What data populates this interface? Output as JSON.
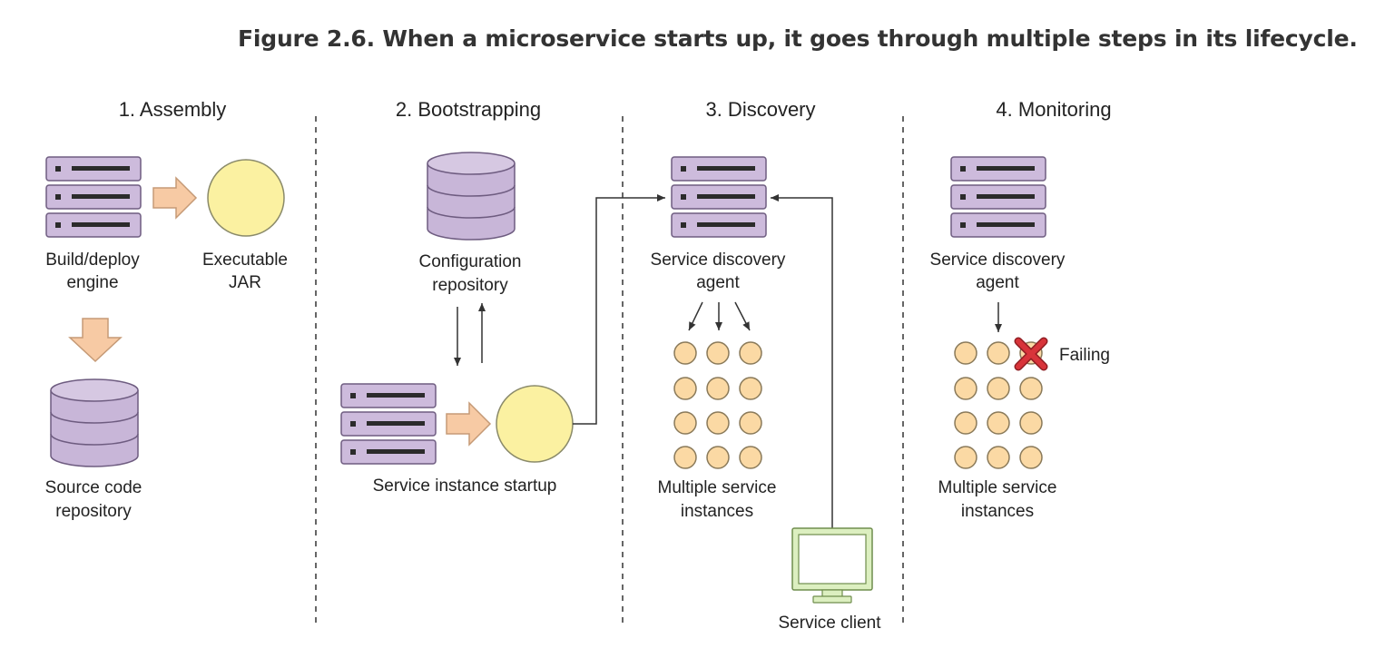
{
  "figure": {
    "title": "Figure 2.6. When a microservice starts up, it goes through multiple steps in its lifecycle."
  },
  "stages": {
    "assembly": {
      "heading": "1. Assembly",
      "build_engine": [
        "Build/deploy",
        "engine"
      ],
      "executable": [
        "Executable",
        "JAR"
      ],
      "source_repo": [
        "Source code",
        "repository"
      ]
    },
    "bootstrapping": {
      "heading": "2. Bootstrapping",
      "config_repo": [
        "Configuration",
        "repository"
      ],
      "startup": "Service instance startup"
    },
    "discovery": {
      "heading": "3. Discovery",
      "agent": [
        "Service discovery",
        "agent"
      ],
      "instances": [
        "Multiple service",
        "instances"
      ],
      "client": "Service client"
    },
    "monitoring": {
      "heading": "4. Monitoring",
      "agent": [
        "Service discovery",
        "agent"
      ],
      "failing": "Failing",
      "instances": [
        "Multiple service",
        "instances"
      ]
    }
  },
  "colors": {
    "server_fill": "#cdbbdc",
    "server_stroke": "#6e5c80",
    "db_fill": "#c8b6d8",
    "jar_fill": "#fbf1a1",
    "jar_stroke": "#8a8a6a",
    "arrow_fill": "#f7caa4",
    "arrow_stroke": "#c59a76",
    "instance_fill": "#fbd9a4",
    "instance_stroke": "#8a7a5a",
    "monitor_fill": "#dcefc0",
    "monitor_stroke": "#6f8d4d",
    "fail_red": "#d8343a",
    "divider": "#666666"
  },
  "icons": {
    "server": "server-stack-icon",
    "database": "database-icon",
    "jar": "executable-jar-icon",
    "arrow": "block-arrow-icon",
    "instance": "service-instance-icon",
    "monitor": "monitor-icon",
    "fail": "red-x-icon"
  }
}
